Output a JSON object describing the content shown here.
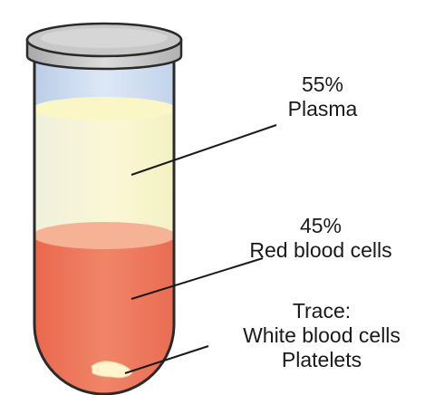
{
  "diagram": {
    "plasma": {
      "percent": "55%",
      "name": "Plasma",
      "color": "#f7f4c8"
    },
    "red_cells": {
      "percent": "45%",
      "name": "Red blood cells",
      "color": "#ef7a5e"
    },
    "trace": {
      "heading": "Trace:",
      "white_cells": "White blood cells",
      "platelets": "Platelets",
      "color": "#fff4cc"
    },
    "tube": {
      "cap_color": "#cfcfcf",
      "glass_color": "#c9dcef",
      "outline_color": "#2a2a2a"
    }
  }
}
